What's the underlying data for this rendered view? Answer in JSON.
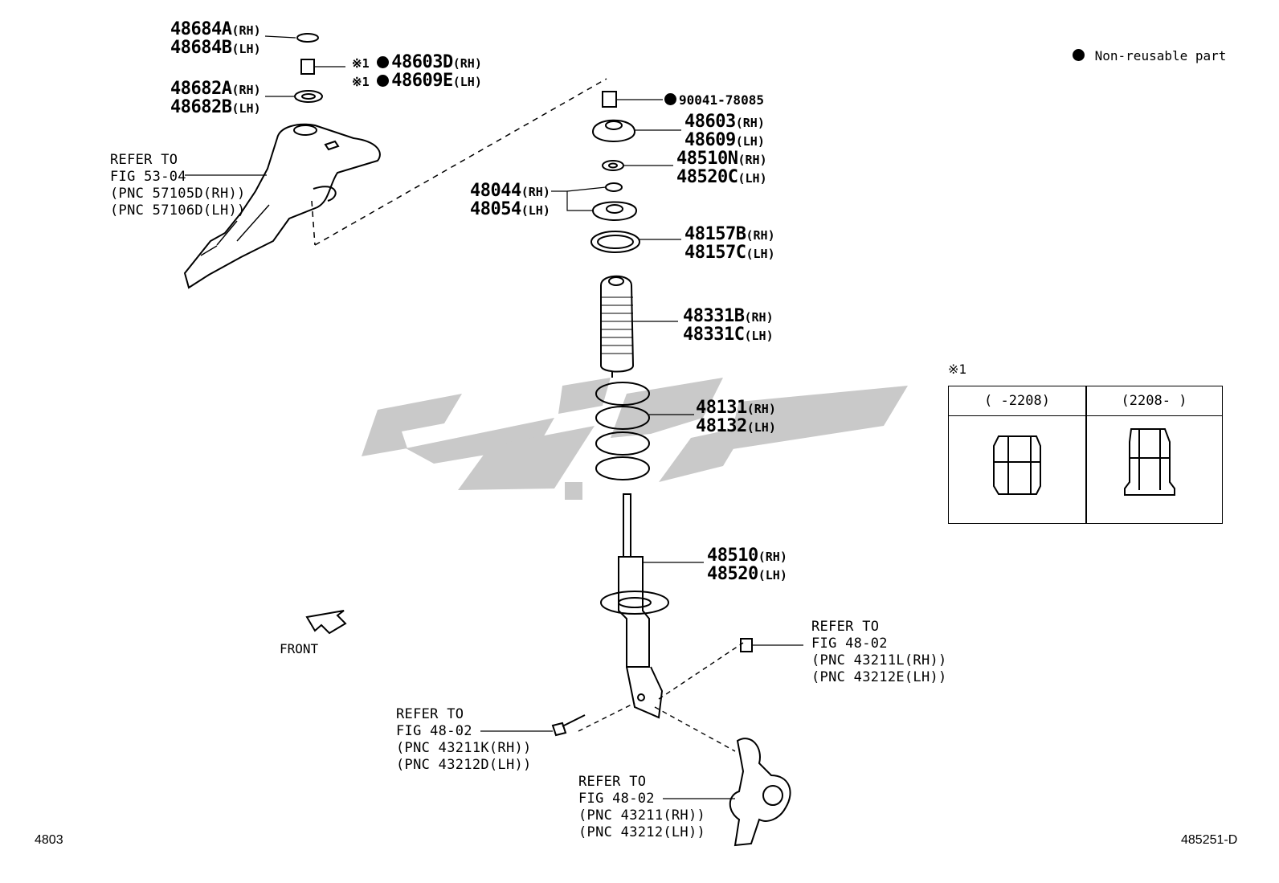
{
  "legend": {
    "symbol": "filled-circle",
    "label": "Non-reusable part"
  },
  "figure_number": "485251-D",
  "page_code": "4803",
  "front_label": "FRONT",
  "note_mark": "※1",
  "watermark_text": "لوکی",
  "parts": [
    {
      "id": "cap",
      "rh": "48684A",
      "rh_side": "(RH)",
      "lh": "48684B",
      "lh_side": "(LH)"
    },
    {
      "id": "nut-ring",
      "mark": "※1",
      "rh": "48603D",
      "rh_side": "(RH)",
      "lh": "48609E",
      "lh_side": "(LH)",
      "non_reusable": true
    },
    {
      "id": "bearing",
      "rh": "48682A",
      "rh_side": "(RH)",
      "lh": "48682B",
      "lh_side": "(LH)"
    },
    {
      "id": "nut",
      "part": "90041-78085",
      "non_reusable": true
    },
    {
      "id": "mount",
      "rh": "48603",
      "rh_side": "(RH)",
      "lh": "48609",
      "lh_side": "(LH)"
    },
    {
      "id": "washer",
      "rh": "48510N",
      "rh_side": "(RH)",
      "lh": "48520C",
      "lh_side": "(LH)"
    },
    {
      "id": "seat-upper",
      "rh": "48044",
      "rh_side": "(RH)",
      "lh": "48054",
      "lh_side": "(LH)"
    },
    {
      "id": "insulator",
      "rh": "48157B",
      "rh_side": "(RH)",
      "lh": "48157C",
      "lh_side": "(LH)"
    },
    {
      "id": "bellows",
      "rh": "48331B",
      "rh_side": "(RH)",
      "lh": "48331C",
      "lh_side": "(LH)"
    },
    {
      "id": "spring",
      "rh": "48131",
      "rh_side": "(RH)",
      "lh": "48132",
      "lh_side": "(LH)"
    },
    {
      "id": "absorber",
      "rh": "48510",
      "rh_side": "(RH)",
      "lh": "48520",
      "lh_side": "(LH)"
    }
  ],
  "refs": [
    {
      "id": "apron",
      "lines": [
        "REFER TO",
        "FIG 53-04",
        "(PNC 57105D(RH))",
        "(PNC 57106D(LH))"
      ]
    },
    {
      "id": "nut-lower",
      "lines": [
        "REFER TO",
        "FIG 48-02",
        "(PNC 43211L(RH))",
        "(PNC 43212E(LH))"
      ]
    },
    {
      "id": "bolt",
      "lines": [
        "REFER TO",
        "FIG 48-02",
        "(PNC 43211K(RH))",
        "(PNC 43212D(LH))"
      ]
    },
    {
      "id": "knuckle",
      "lines": [
        "REFER TO",
        "FIG 48-02",
        "(PNC 43211(RH))",
        "(PNC 43212(LH))"
      ]
    }
  ],
  "variant_table": {
    "note": "※1",
    "col1": "(     -2208)",
    "col2": "(2208-     )"
  }
}
